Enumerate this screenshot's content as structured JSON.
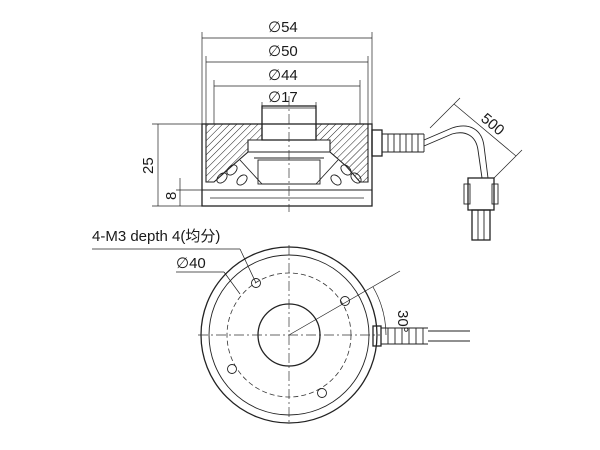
{
  "diagram": {
    "dimensions": {
      "d54": "∅54",
      "d50": "∅50",
      "d44": "∅44",
      "d17": "∅17",
      "cable_length": "500",
      "height": "25",
      "base_height": "8",
      "pcd": "∅40",
      "angle": "30°"
    },
    "notes": {
      "thread": "4-M3 depth 4(均分)"
    }
  }
}
